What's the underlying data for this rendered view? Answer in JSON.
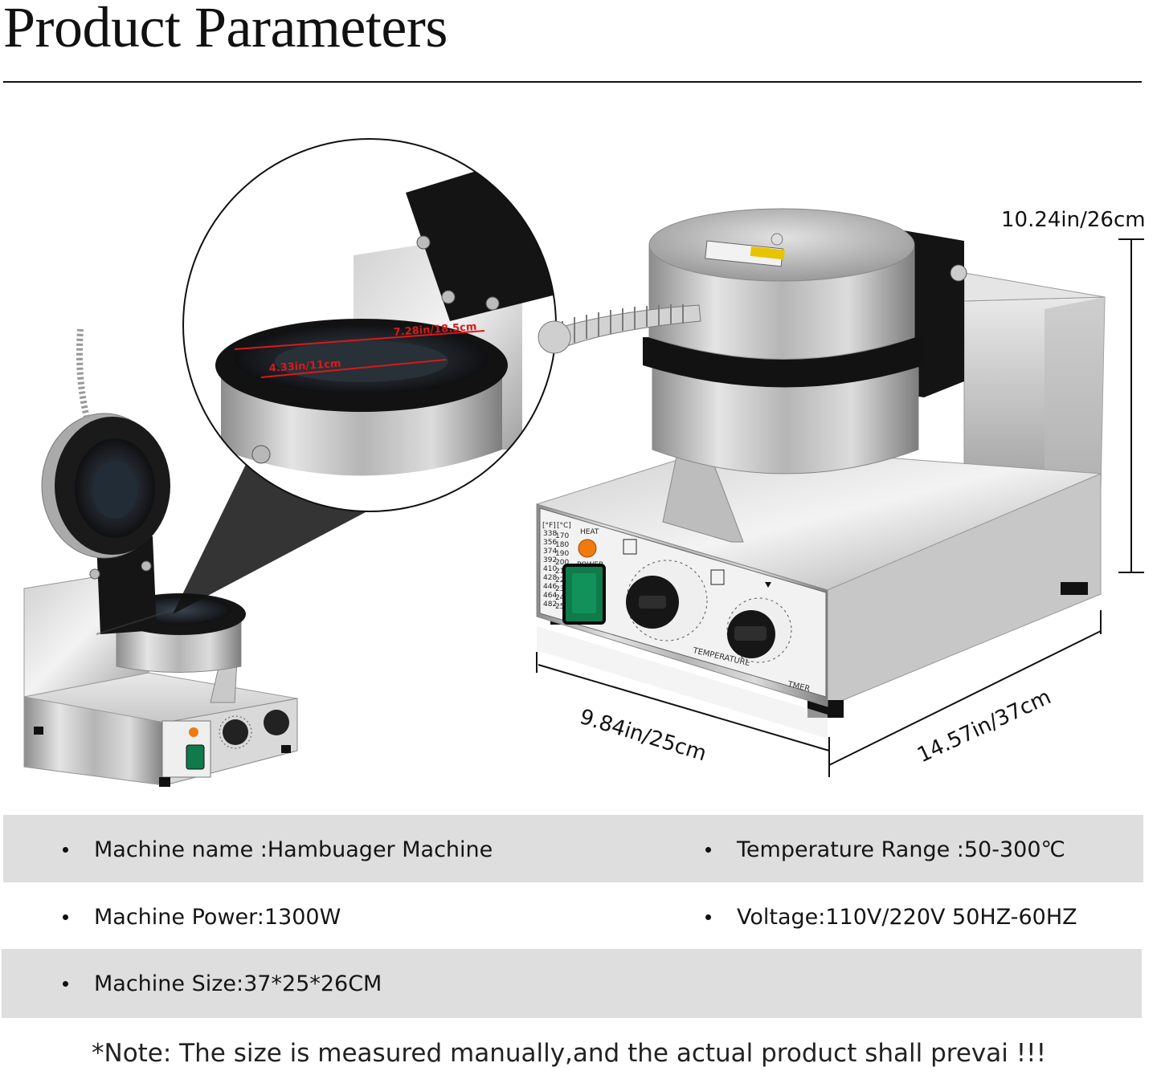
{
  "heading": {
    "title": "Product Parameters"
  },
  "dimensions": {
    "height": "10.24in/26cm",
    "width": "9.84in/25cm",
    "depth": "14.57in/37cm",
    "plate_outer": "7.28in/18.5cm",
    "plate_inner": "4.33in/11cm"
  },
  "control_panel": {
    "heat_label": "HEAT",
    "power_label": "POWER",
    "temperature_label": "TEMPERATURE",
    "timer_label": "TMER",
    "temp_scale_f": [
      "338",
      "356",
      "374",
      "392",
      "410",
      "428",
      "446",
      "464",
      "482"
    ],
    "temp_scale_c": [
      "170",
      "180",
      "190",
      "200",
      "210",
      "220",
      "230",
      "240",
      "250"
    ]
  },
  "specs": [
    {
      "label": "Machine name :Hambuager Machine"
    },
    {
      "label": "Temperature Range :50-300℃"
    },
    {
      "label": "Machine Power:1300W"
    },
    {
      "label": "Voltage:110V/220V 50HZ-60HZ"
    },
    {
      "label": "Machine Size:37*25*26CM"
    }
  ],
  "note": "*Note: The size is measured manually,and the actual product shall prevai !!!",
  "colors": {
    "band": "#dedede",
    "dimension_red": "#d81a1a",
    "switch_green": "#0f7a4a",
    "indicator_orange": "#f07a10"
  }
}
